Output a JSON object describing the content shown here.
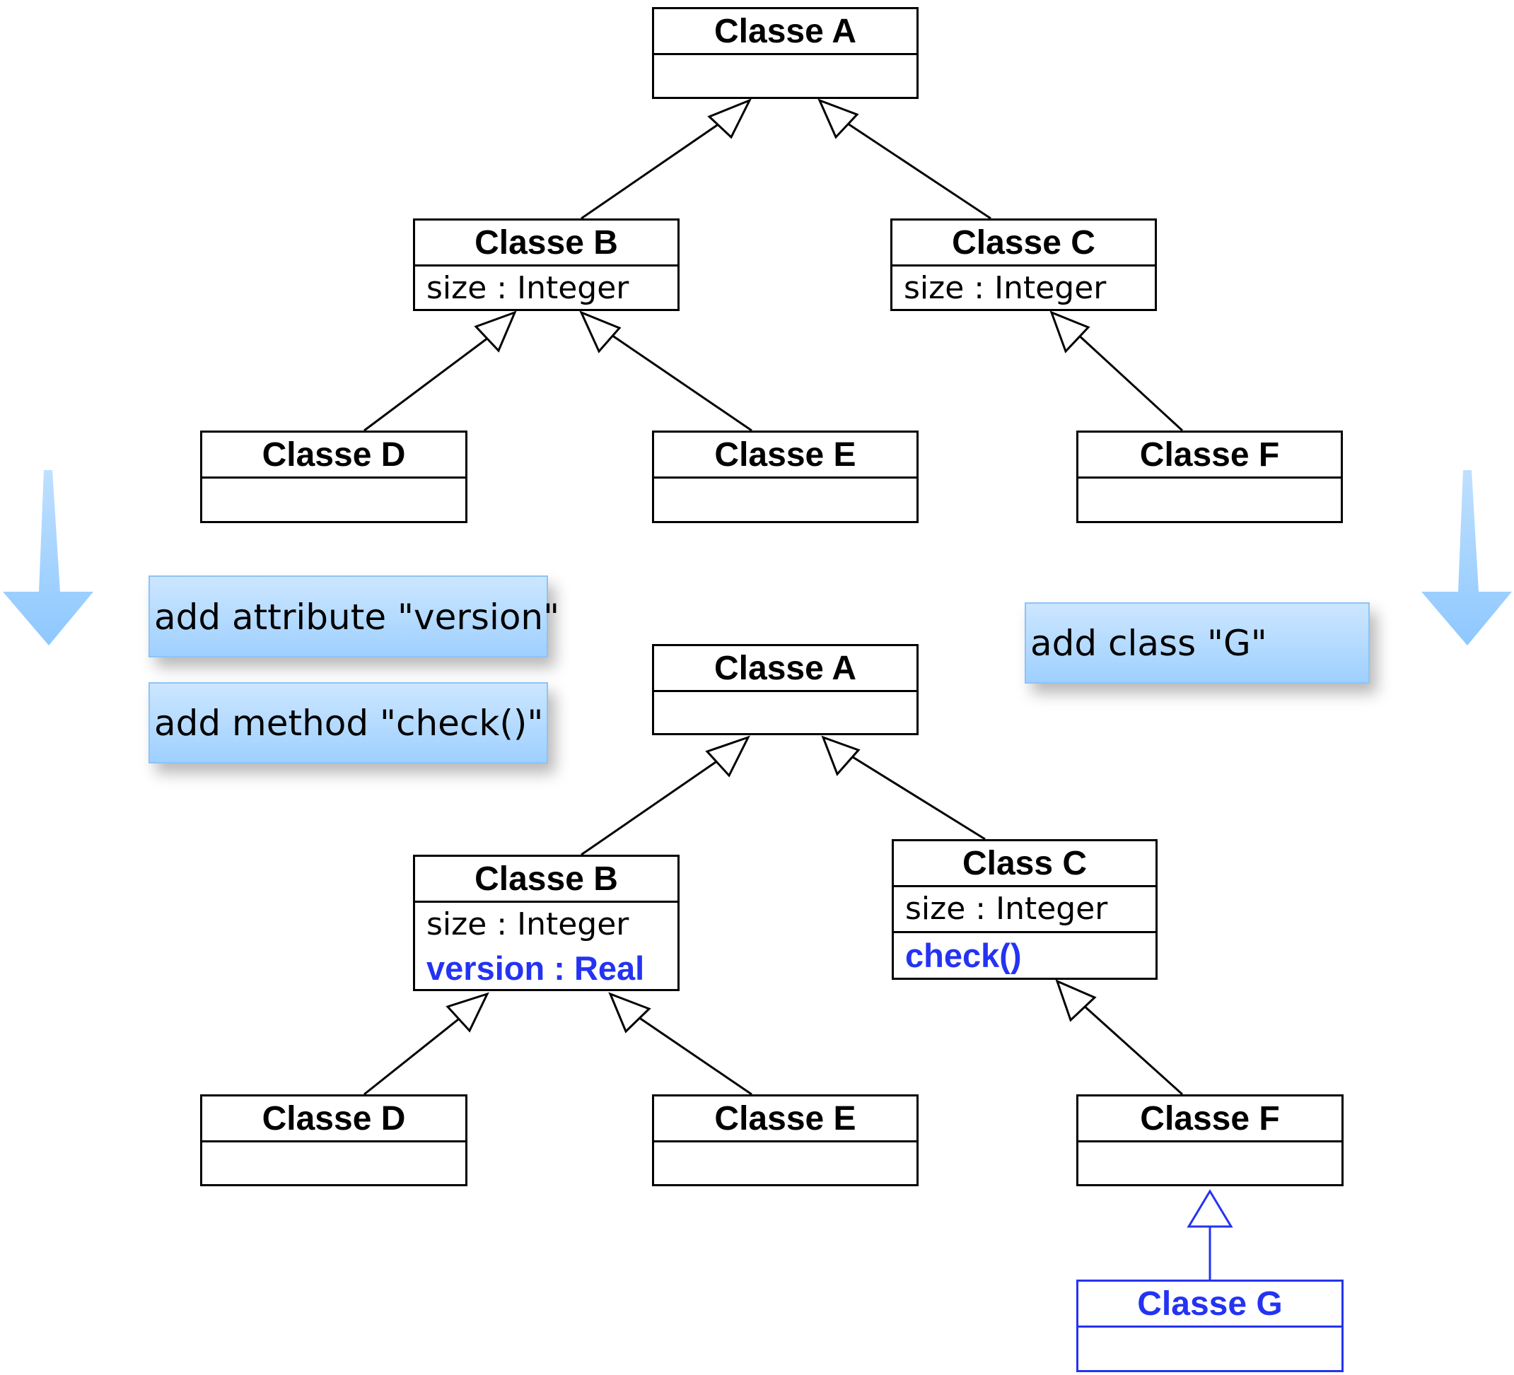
{
  "before": {
    "classA": {
      "name": "Classe A"
    },
    "classB": {
      "name": "Classe B",
      "attr": "size : Integer"
    },
    "classC": {
      "name": "Classe C",
      "attr": "size : Integer"
    },
    "classD": {
      "name": "Classe D"
    },
    "classE": {
      "name": "Classe E"
    },
    "classF": {
      "name": "Classe F"
    }
  },
  "notes": {
    "add_attribute": "add attribute \"version\"",
    "add_method": "add method \"check()\"",
    "add_class": "add class \"G\""
  },
  "after": {
    "classA": {
      "name": "Classe A"
    },
    "classB": {
      "name": "Classe B",
      "attr": "size : Integer",
      "new_attr": "version : Real"
    },
    "classC": {
      "name": "Class C",
      "attr": "size : Integer",
      "new_method": "check()"
    },
    "classD": {
      "name": "Classe D"
    },
    "classE": {
      "name": "Classe E"
    },
    "classF": {
      "name": "Classe F"
    },
    "classG": {
      "name": "Classe G"
    }
  },
  "colors": {
    "added": "#2433f2",
    "arrow": "#9fd0ff",
    "note": "#b3dbff"
  }
}
